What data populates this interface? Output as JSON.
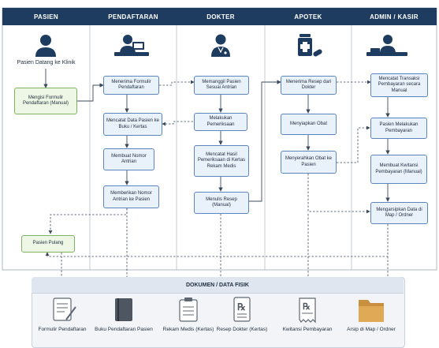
{
  "lanes": [
    {
      "title": "PASIEN"
    },
    {
      "title": "PENDAFTARAN"
    },
    {
      "title": "DOKTER"
    },
    {
      "title": "APOTEK"
    },
    {
      "title": "ADMIN / KASIR"
    }
  ],
  "icons": [
    "person-icon",
    "registration-desk-icon",
    "doctor-icon",
    "medicine-bottle-icon",
    "cashier-icon"
  ],
  "patient_arrival": "Pasien Datang ke Klinik",
  "steps": {
    "p1": "Mengisi Formulir Pendaftaran (Manual)",
    "p2": "Pasien Pulang",
    "r1": "Menerima Formulir Pendaftaran",
    "r2": "Mencatat Data Pasien ke Buku / Kertas",
    "r3": "Membuat Nomor Antrian",
    "r4": "Memberikan Nomor Antrian ke Pasien",
    "d1": "Memanggil Pasien Sesuai Antrian",
    "d2": "Melakukan Pemeriksaan",
    "d3": "Mencatat Hasil Pemeriksaan di Kertas Rekam Medis",
    "d4": "Menulis Resep (Manual)",
    "a1": "Menerima Resep dari Dokter",
    "a2": "Menyiapkan Obat",
    "a3": "Menyerahkan Obat ke Pasien",
    "k1": "Mencatat Transaksi Pembayaran secara Manual",
    "k2": "Pasien Melakukan Pembayaran",
    "k3": "Membuat Kwitansi Pembayaran (Manual)",
    "k4": "Mengarsipkan Data di Map / Ordner"
  },
  "documents": {
    "title": "DOKUMEN / DATA FISIK",
    "items": [
      {
        "label": "Formulir Pendaftaran",
        "icon": "form-icon"
      },
      {
        "label": "Buku Pendaftaran Pasien",
        "icon": "book-icon"
      },
      {
        "label": "Rekam Medis (Kertas)",
        "icon": "clipboard-icon"
      },
      {
        "label": "Resep Dokter (Kertas)",
        "icon": "prescription-icon"
      },
      {
        "label": "Kwitansi Pembayaran",
        "icon": "receipt-icon"
      },
      {
        "label": "Arsip di Map / Ordner",
        "icon": "folder-icon"
      }
    ]
  },
  "colors": {
    "header": "#1e3c60",
    "box_fill": "#e9f1fb",
    "box_border": "#5b86bd",
    "green_fill": "#eef7e6",
    "green_border": "#7fb25e",
    "arrow": "#3b4a5c"
  }
}
